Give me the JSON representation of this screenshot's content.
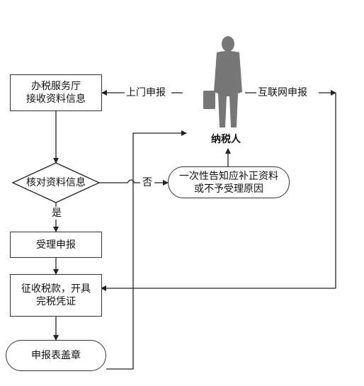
{
  "nodes": {
    "hall": {
      "line1": "办税服务厅",
      "line2": "接收资料信息"
    },
    "verify": {
      "label": "核对资料信息"
    },
    "notify": {
      "line1": "一次性告知应补正资料",
      "line2": "或不予受理原因"
    },
    "accept": {
      "label": "受理申报"
    },
    "collect": {
      "line1": "征收税款，开具",
      "line2": "完税凭证"
    },
    "stamp": {
      "label": "申报表盖章"
    },
    "taxpayer": {
      "label": "纳税人"
    }
  },
  "edges": {
    "onsite": "上门申报",
    "internet": "互联网申报",
    "no": "否",
    "yes": "是"
  },
  "colors": {
    "line": "#222222",
    "person": "#777777"
  }
}
